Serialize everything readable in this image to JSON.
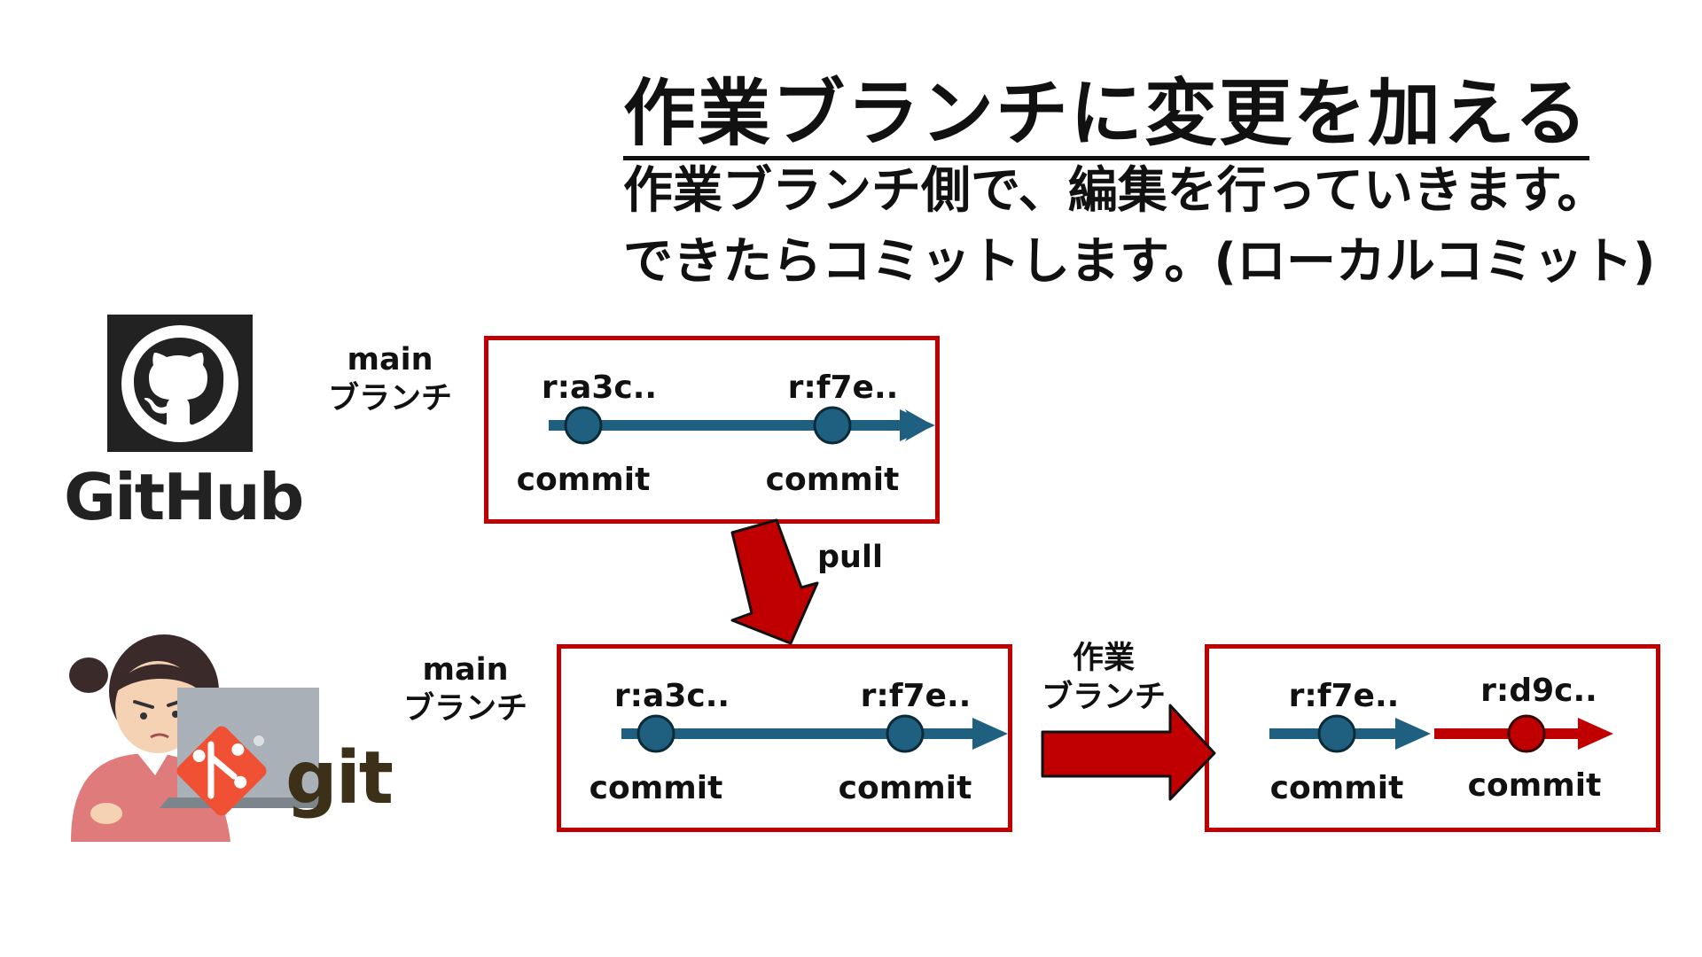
{
  "heading": {
    "title": "作業ブランチに変更を加える",
    "line1": "作業ブランチ側で、編集を行っていきます。",
    "line2": "できたらコミットします。(ローカルコミット)"
  },
  "remote": {
    "logo_text": "GitHub",
    "logo_icon": "github-octocat-icon",
    "branch_label_1": "main",
    "branch_label_2": "ブランチ",
    "commits": [
      {
        "hash": "r:a3c..",
        "label": "commit"
      },
      {
        "hash": "r:f7e..",
        "label": "commit"
      }
    ]
  },
  "pull_label": "pull",
  "local": {
    "logo_text": "git",
    "logo_icon": "git-logo-icon",
    "branch_label_1": "main",
    "branch_label_2": "ブランチ",
    "commits": [
      {
        "hash": "r:a3c..",
        "label": "commit"
      },
      {
        "hash": "r:f7e..",
        "label": "commit"
      }
    ]
  },
  "work": {
    "branch_label_1": "作業",
    "branch_label_2": "ブランチ",
    "commits": [
      {
        "hash": "r:f7e..",
        "label": "commit"
      },
      {
        "hash": "r:d9c..",
        "label": "commit"
      }
    ]
  },
  "colors": {
    "frame": "#c00000",
    "main_line": "#1f5f7f",
    "new_commit": "#c00000",
    "arrow_fill": "#c00000"
  }
}
